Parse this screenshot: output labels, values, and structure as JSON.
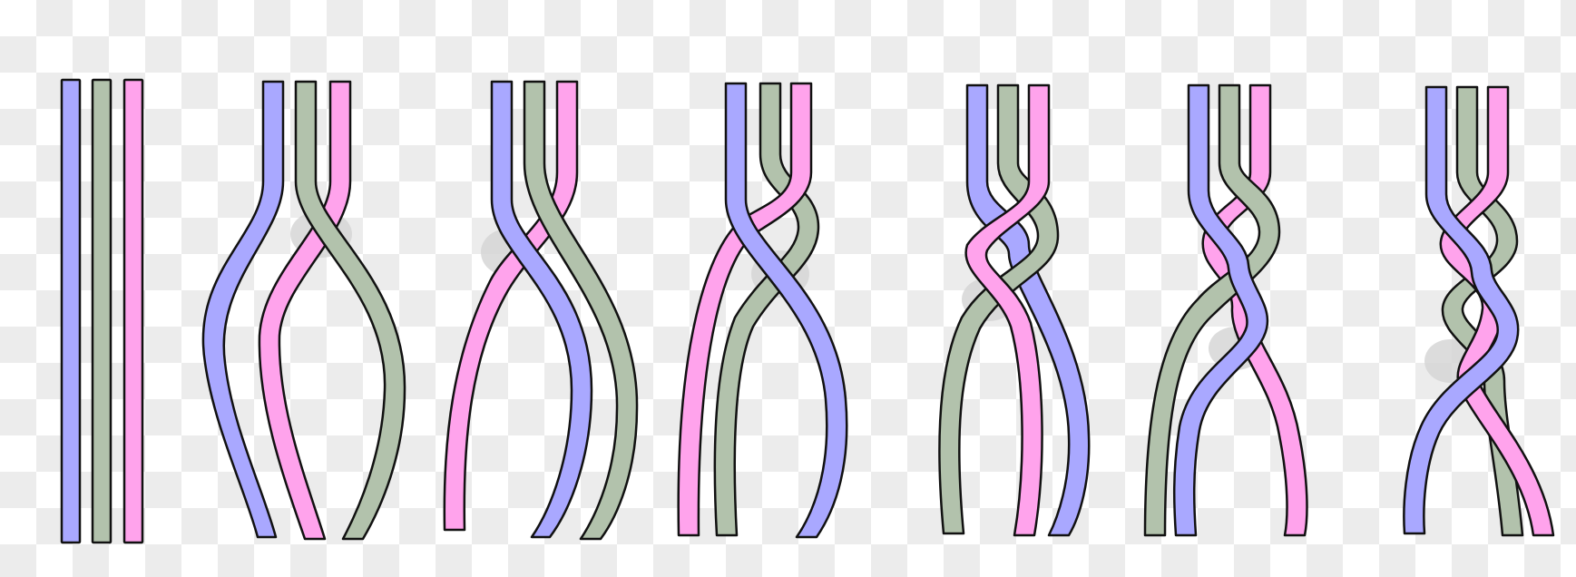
{
  "diagram": {
    "type": "three-strand-braid-steps",
    "background": "transparency-checkerboard",
    "step_count": 7,
    "colors": {
      "strand_blue": "#a9a8ff",
      "strand_green": "#b2c2ac",
      "strand_pink": "#ffa3ec",
      "outline": "#111111",
      "crossing_shadow": "#d6d6d6",
      "checker_light": "#ffffff",
      "checker_dark": "#ececec"
    },
    "strands": [
      "blue",
      "green",
      "pink"
    ]
  }
}
